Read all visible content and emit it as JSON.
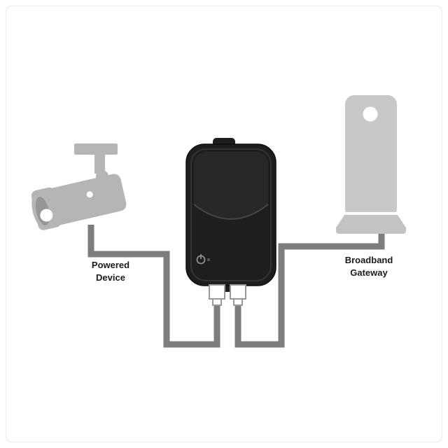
{
  "page": {
    "background": "#ffffff",
    "frame_border": "#ececec"
  },
  "diagram": {
    "type": "connection-diagram",
    "description": "PoE extender connecting a powered device (security camera) to a broadband gateway",
    "labels": {
      "powered_device": "Powered\nDevice",
      "broadband_gateway": "Broadband\nGateway"
    },
    "nodes": [
      {
        "id": "camera",
        "label": "Powered Device",
        "kind": "security-camera-silhouette"
      },
      {
        "id": "poe-extender",
        "label": "",
        "kind": "black-poe-extender-box"
      },
      {
        "id": "gateway",
        "label": "Broadband Gateway",
        "kind": "broadband-gateway-tower"
      }
    ],
    "connections": [
      {
        "from": "camera",
        "to": "poe-extender-left-port"
      },
      {
        "from": "gateway",
        "to": "poe-extender-right-port"
      }
    ],
    "colors": {
      "cable": "#7d7d7d",
      "silhouette_gray": "#b5b5b5",
      "silhouette_dark": "#969696",
      "gateway_gray": "#c8c8c8",
      "device_black": "#1e1e1e",
      "device_panel": "#282828",
      "device_seam": "#454545",
      "port_outline": "#999999",
      "power_icon": "#8f8f8f",
      "label_text": "#1a1a1a"
    }
  }
}
